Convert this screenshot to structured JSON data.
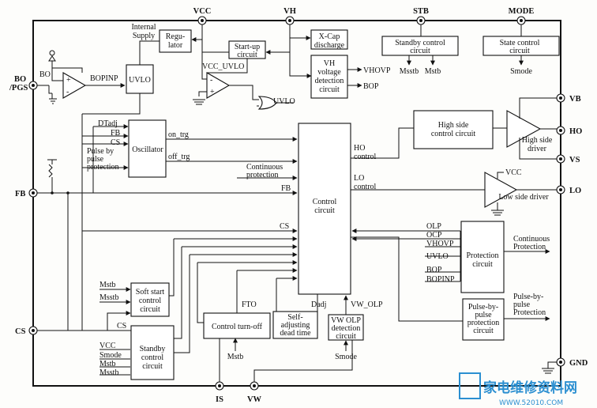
{
  "pins": {
    "vcc": "VCC",
    "vh": "VH",
    "stb": "STB",
    "mode": "MODE",
    "bo": "BO",
    "bo2": "/PGS",
    "fb": "FB",
    "cs": "CS",
    "vb": "VB",
    "ho": "HO",
    "vs": "VS",
    "lo": "LO",
    "gnd": "GND",
    "is": "IS",
    "vw": "VW"
  },
  "blocks": {
    "internal_supply": [
      "Internal",
      "Supply"
    ],
    "regulator": [
      "Regu-",
      "lator"
    ],
    "uvlo_block": "UVLO",
    "startup": [
      "Start-up",
      "circuit"
    ],
    "xcap": [
      "X-Cap",
      "discharge"
    ],
    "vh_detect": [
      "VH",
      "voltage",
      "detection",
      "circuit"
    ],
    "standby_ctrl": [
      "Standby control",
      "circuit"
    ],
    "state_ctrl": [
      "State control",
      "circuit"
    ],
    "oscillator": "Oscillator",
    "control": [
      "Control",
      "circuit"
    ],
    "hs_ctrl": [
      "High side",
      "control circuit"
    ],
    "hs_driver": [
      "High side",
      "driver"
    ],
    "ls_driver": "Low side driver",
    "protection": [
      "Protection",
      "circuit"
    ],
    "pbp_prot": [
      "Pulse-by-",
      "pulse",
      "protection",
      "circuit"
    ],
    "soft_start": [
      "Soft start",
      "control",
      "circuit"
    ],
    "standby_ctrl2": [
      "Standby",
      "control",
      "circuit"
    ],
    "turnoff": "Control turn-off",
    "dead_time": [
      "Self-",
      "adjusting",
      "dead time"
    ],
    "vw_olp": [
      "VW OLP",
      "detection",
      "circuit"
    ]
  },
  "signals": {
    "bo_small": "BO",
    "bopinp": "BOPINP",
    "vcc_uvlo": "VCC_UVLO",
    "uvlo_out": "UVLO",
    "vhovp": "VHOVP",
    "bop": "BOP",
    "msstb": "Msstb",
    "mstb": "Mstb",
    "smode": "Smode",
    "dtadj": "DTadj",
    "fb": "FB",
    "cs": "CS",
    "pulse_by": [
      "Pulse by",
      "pulse",
      "protection"
    ],
    "on_trg": "on_trg",
    "off_trg": "off_trg",
    "continuous": [
      "Continuous",
      "protection"
    ],
    "ho_control": [
      "HO",
      "control"
    ],
    "lo_control": [
      "LO",
      "control"
    ],
    "vcc": "VCC",
    "olp": "OLP",
    "ocp": "OCP",
    "bopinp2": "BOPINP",
    "cont_prot_out": [
      "Continuous",
      "Protection"
    ],
    "pbp_out": [
      "Pulse-by-",
      "pulse",
      "Protection"
    ],
    "fto": "FTO",
    "dadj": "Dadj",
    "vw_olp": "VW_OLP"
  },
  "watermark": {
    "cn": "家电维修资料网",
    "url": "WWW.52010.COM"
  }
}
